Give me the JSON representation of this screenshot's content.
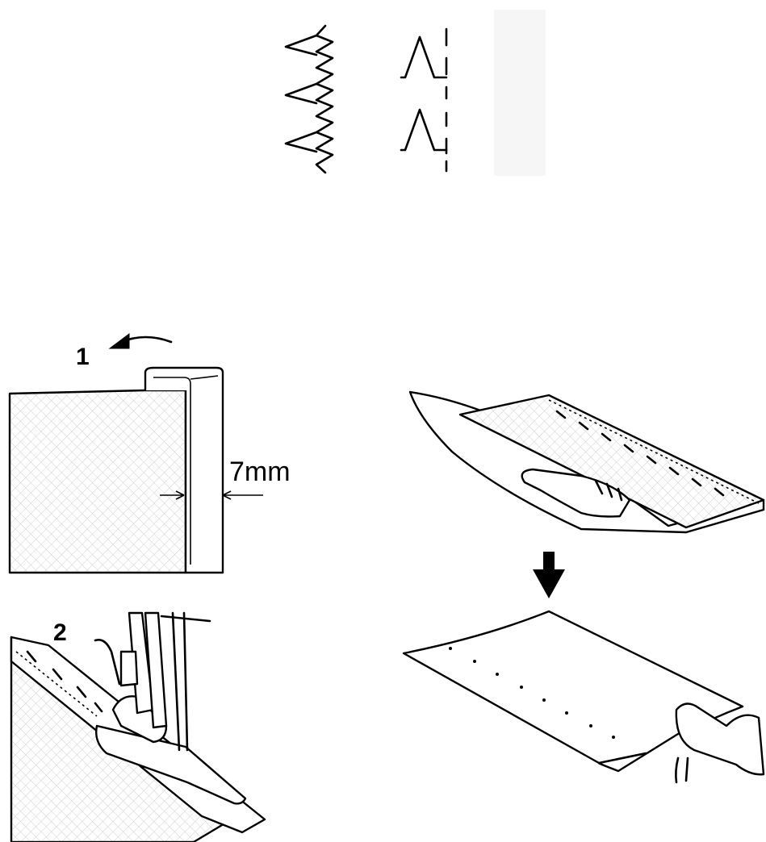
{
  "steps": {
    "fold_step": "1",
    "sew_step": "2"
  },
  "dimension": {
    "fold_width": "7mm"
  },
  "icons": {
    "stitch_pattern_1": "zigzag-stitch-icon",
    "stitch_pattern_2": "blind-hem-stitch-icon",
    "fold_arrow": "curved-arrow-icon",
    "next_arrow": "down-arrow-icon"
  },
  "colors": {
    "ink": "#000000",
    "paper": "#ffffff",
    "fabric_hatch": "#c8c8c8"
  }
}
